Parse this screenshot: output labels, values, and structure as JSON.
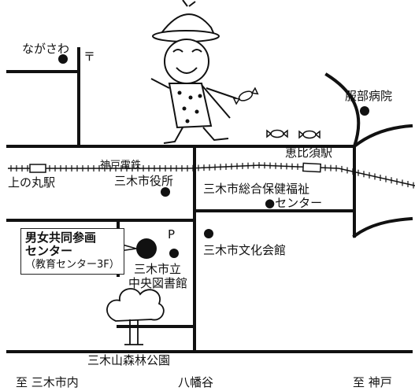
{
  "labels": {
    "nagasawa": "ながさわ",
    "post_mark": "〒",
    "hattori": "服部病院",
    "ebisu_station": "恵比須駅",
    "uenomaru_station": "上の丸駅",
    "kobe_dentetsu": "神戸電鉄",
    "city_hall": "三木市役所",
    "health_center_line1": "三木市総合保健福祉",
    "health_center_line2": "●センター",
    "culture_hall": "三木市文化会館",
    "library_line1": "三木市立",
    "library_line2": "中央図書館",
    "library_mark": "P",
    "forest_park": "三木山森林公園",
    "to_miki": "至 三木市内",
    "yahatadani": "八幡谷",
    "to_kobe": "至 神戸"
  },
  "highlight": {
    "line1": "男女共同参画",
    "line2": "センター",
    "line3": "（教育センター3F）"
  },
  "icons": [
    "child-mascot-icon",
    "candy-icon",
    "tree-icon"
  ]
}
